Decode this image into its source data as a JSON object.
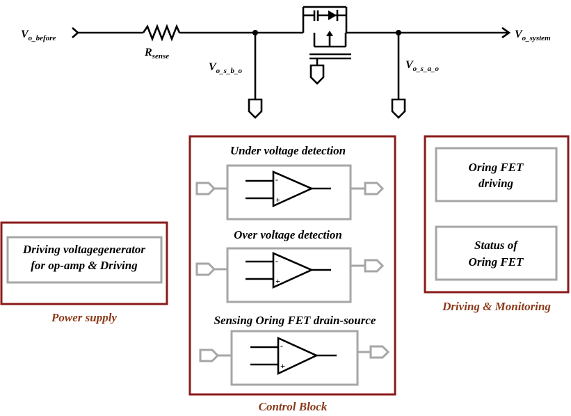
{
  "circuit": {
    "v_before": {
      "main": "V",
      "sub": "o_before"
    },
    "v_system": {
      "main": "V",
      "sub": "o_system"
    },
    "r_sense": {
      "main": "R",
      "sub": "sense"
    },
    "v_sbo": {
      "main": "V",
      "sub": "o_s_b_o"
    },
    "v_sao": {
      "main": "V",
      "sub": "o_s_a_o"
    }
  },
  "control_block": {
    "caption": "Control Block",
    "under_voltage": "Under voltage detection",
    "over_voltage": "Over voltage detection",
    "sensing": "Sensing Oring FET drain-source",
    "opamp_minus": "-",
    "opamp_plus": "+"
  },
  "power_supply": {
    "caption": "Power supply",
    "line1": "Driving voltagegenerator",
    "line2": "for op-amp & Driving"
  },
  "driving_monitoring": {
    "caption": "Driving & Monitoring",
    "fet_driving_line1": "Oring FET",
    "fet_driving_line2": "driving",
    "status_line1": "Status of",
    "status_line2": "Oring FET"
  },
  "colors": {
    "group_border": "#8B1A1A",
    "caption": "#8B3A1A",
    "inner_box": "#a6a6a6"
  }
}
